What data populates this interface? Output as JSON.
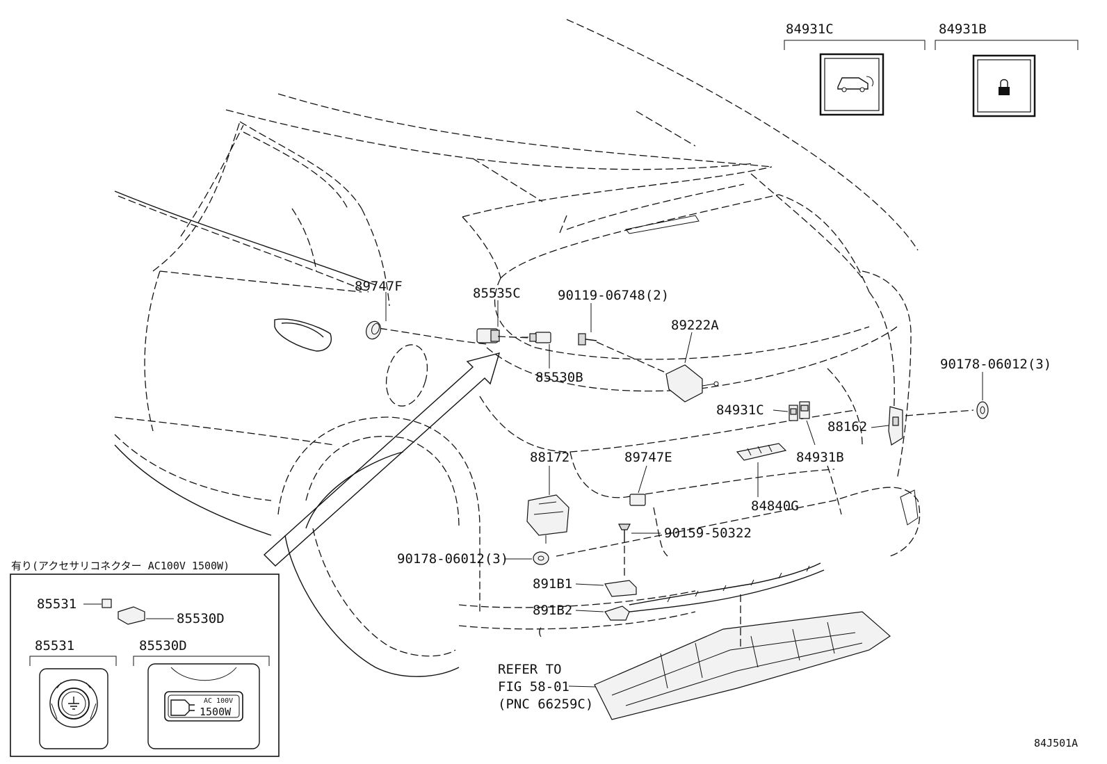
{
  "labels": {
    "p84931C_top": "84931C",
    "p84931B_top": "84931B",
    "p89747F": "89747F",
    "p85535C": "85535C",
    "p90119": "90119-06748(2)",
    "p89222A": "89222A",
    "p85530B": "85530B",
    "p90178_right": "90178-06012(3)",
    "p84931C": "84931C",
    "p88162": "88162",
    "p88172": "88172",
    "p89747E": "89747E",
    "p84931B": "84931B",
    "p84840G": "84840G",
    "p90159": "90159-50322",
    "p90178_left": "90178-06012(3)",
    "p891B1": "891B1",
    "p891B2": "891B2",
    "refer_line1": "REFER TO",
    "refer_line2": "FIG 58-01",
    "refer_line3": "(PNC 66259C)",
    "inset_title": "有り(アクセサリコネクター AC100V 1500W)",
    "inset_85531": "85531",
    "inset_85530D": "85530D",
    "inset_85531_detail": "85531",
    "inset_85530D_detail": "85530D",
    "socket_ac": "AC 100V",
    "socket_w": "1500W",
    "diagram_code": "84J501A"
  },
  "icons": {
    "switch_84931C": "vehicle-tailgate-icon",
    "switch_84931B": "padlock-icon",
    "socket_85531": "ground-symbol-icon",
    "socket_85530D": "power-plug-icon"
  }
}
